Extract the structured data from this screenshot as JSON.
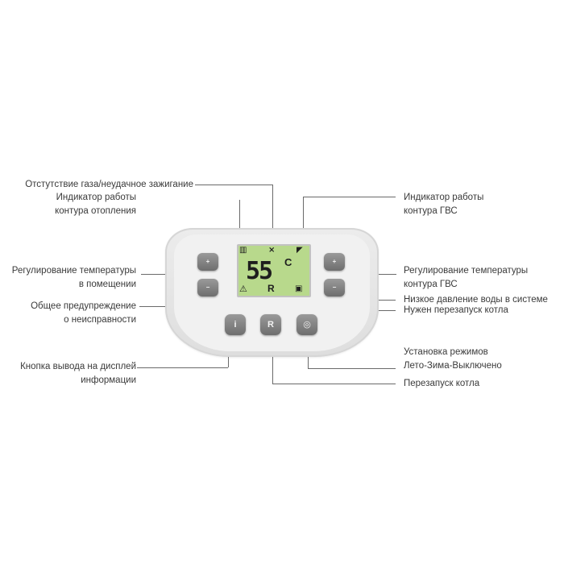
{
  "labels": {
    "no_gas": "Отстутствие газа/неудачное зажигание",
    "heating_indicator_1": "Индикатор работы",
    "heating_indicator_2": "контура отопления",
    "dhw_indicator_1": "Индикатор работы",
    "dhw_indicator_2": "контура ГВС",
    "room_temp_1": "Регулирование температуры",
    "room_temp_2": "в помещении",
    "dhw_temp_1": "Регулирование температуры",
    "dhw_temp_2": "контура ГВС",
    "low_pressure": "Низкое давление воды в системе",
    "restart_needed": "Нужен перезапуск котла",
    "general_warning_1": "Общее предупреждение",
    "general_warning_2": "о неисправности",
    "info_button_1": "Кнопка вывода на дисплей",
    "info_button_2": "информации",
    "mode_setting_1": "Установка режимов",
    "mode_setting_2": "Лето-Зима-Выключено",
    "boiler_restart": "Перезапуск котла"
  },
  "display": {
    "temperature": "55",
    "unit": "C",
    "reset_symbol": "R"
  },
  "buttons": {
    "heat_up": "+",
    "heat_down": "−",
    "dhw_up": "+",
    "dhw_down": "−",
    "info": "i",
    "reset": "R",
    "mode": "◎"
  },
  "icons": [
    "radiator-icon",
    "flame-crossed-icon",
    "tap-icon",
    "warning-icon",
    "pressure-icon"
  ]
}
